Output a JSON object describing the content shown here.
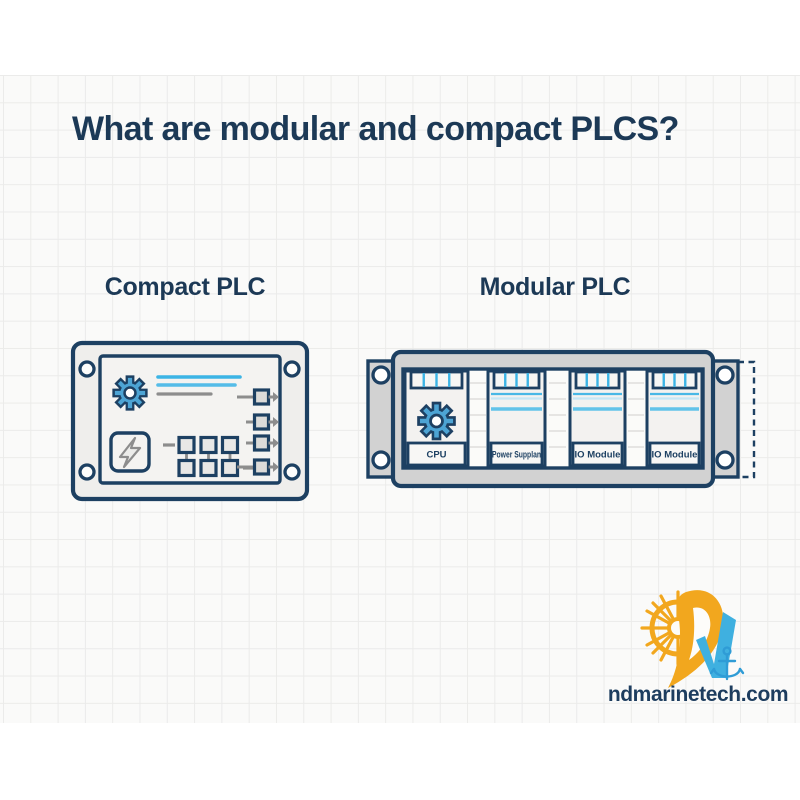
{
  "page": {
    "title": "What are modular and compact PLCS?"
  },
  "compact": {
    "heading": "Compact PLC",
    "icons": {
      "cpu": "gear-icon",
      "power": "lightning-icon"
    },
    "io_ports": 4
  },
  "modular": {
    "heading": "Modular PLC",
    "modules": [
      {
        "label": "CPU",
        "icon": "gear-icon"
      },
      {
        "label": "Power Supplan"
      },
      {
        "label": "IO Module"
      },
      {
        "label": "IO Module"
      }
    ]
  },
  "brand": {
    "domain": "ndmarinetech.com",
    "icons": {
      "wheel": "ship-wheel-icon",
      "swoosh": "letter-d-swoosh-icon",
      "check": "letter-n-check-icon",
      "anchor": "anchor-icon"
    }
  },
  "colors": {
    "navy": "#1d4062",
    "text_navy": "#1c3956",
    "cyan": "#3cb4e5",
    "cyan_light": "#c6e7f5",
    "gear_blue": "#4da4d4",
    "gray": "#8d8d8d",
    "rack_gray": "#d2d2d2",
    "panel_light": "#f3f2f0",
    "logo_yellow": "#f2a71e",
    "logo_blue": "#3fb0e0"
  }
}
